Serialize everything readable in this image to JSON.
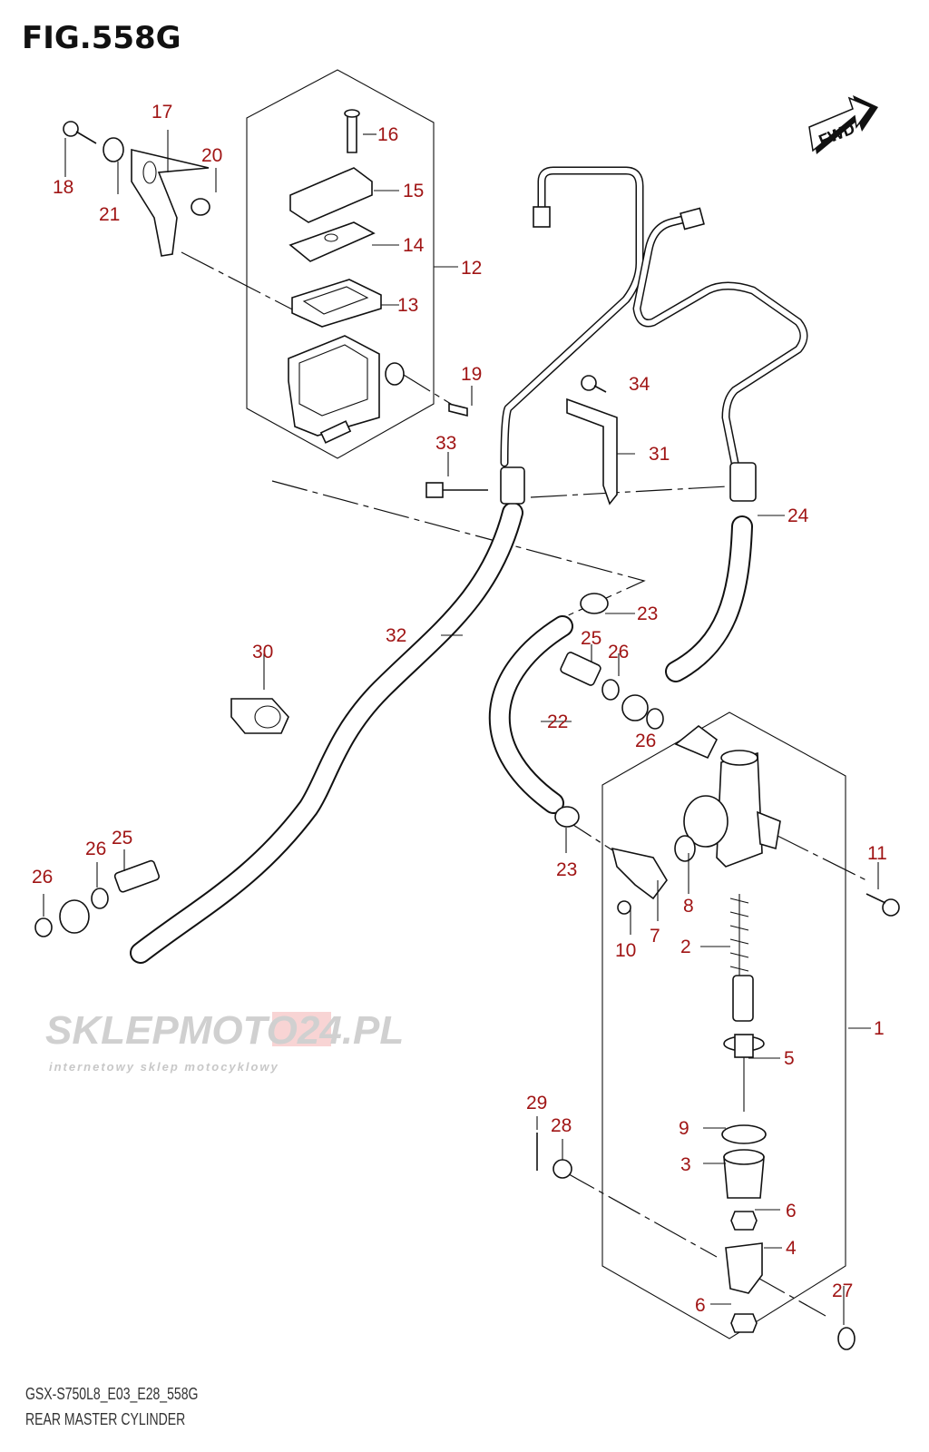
{
  "figure": {
    "title": "FIG.558G",
    "model_code": "GSX-S750L8_E03_E28_558G",
    "caption": "REAR MASTER CYLINDER",
    "direction_badge": "FWD"
  },
  "watermark": {
    "brand": "SKLEPMOTO24.PL",
    "tagline": "internetowy sklep motocyklowy"
  },
  "colors": {
    "label": "#a01515",
    "line": "#111111"
  },
  "parts": [
    {
      "id": "p1",
      "number": "1"
    },
    {
      "id": "p2",
      "number": "2"
    },
    {
      "id": "p3",
      "number": "3"
    },
    {
      "id": "p4",
      "number": "4"
    },
    {
      "id": "p5",
      "number": "5"
    },
    {
      "id": "p6a",
      "number": "6"
    },
    {
      "id": "p6b",
      "number": "6"
    },
    {
      "id": "p7",
      "number": "7"
    },
    {
      "id": "p8",
      "number": "8"
    },
    {
      "id": "p9",
      "number": "9"
    },
    {
      "id": "p10",
      "number": "10"
    },
    {
      "id": "p11",
      "number": "11"
    },
    {
      "id": "p12",
      "number": "12"
    },
    {
      "id": "p13",
      "number": "13"
    },
    {
      "id": "p14",
      "number": "14"
    },
    {
      "id": "p15",
      "number": "15"
    },
    {
      "id": "p16",
      "number": "16"
    },
    {
      "id": "p17",
      "number": "17"
    },
    {
      "id": "p18",
      "number": "18"
    },
    {
      "id": "p19",
      "number": "19"
    },
    {
      "id": "p20",
      "number": "20"
    },
    {
      "id": "p21",
      "number": "21"
    },
    {
      "id": "p22",
      "number": "22"
    },
    {
      "id": "p23a",
      "number": "23"
    },
    {
      "id": "p23b",
      "number": "23"
    },
    {
      "id": "p24",
      "number": "24"
    },
    {
      "id": "p25a",
      "number": "25"
    },
    {
      "id": "p25b",
      "number": "25"
    },
    {
      "id": "p26a",
      "number": "26"
    },
    {
      "id": "p26b",
      "number": "26"
    },
    {
      "id": "p26c",
      "number": "26"
    },
    {
      "id": "p26d",
      "number": "26"
    },
    {
      "id": "p27",
      "number": "27"
    },
    {
      "id": "p28",
      "number": "28"
    },
    {
      "id": "p29",
      "number": "29"
    },
    {
      "id": "p30",
      "number": "30"
    },
    {
      "id": "p31",
      "number": "31"
    },
    {
      "id": "p32",
      "number": "32"
    },
    {
      "id": "p33",
      "number": "33"
    },
    {
      "id": "p34",
      "number": "34"
    }
  ]
}
